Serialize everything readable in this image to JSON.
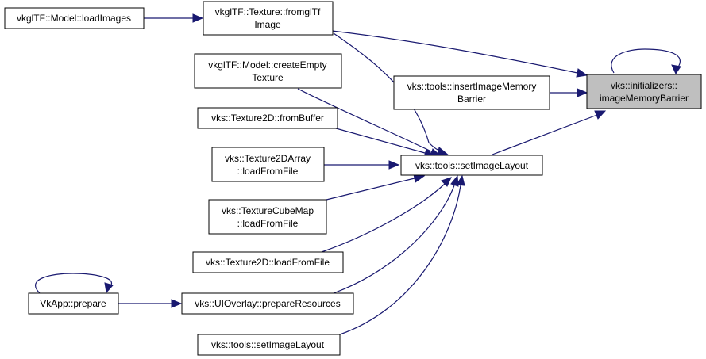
{
  "diagram": {
    "type": "call-graph",
    "edge_color": "#191970",
    "current_node_fill": "#bfbfbf",
    "nodes": [
      {
        "id": "img_barrier",
        "lines": [
          "vks::initializers::",
          "imageMemoryBarrier"
        ],
        "current": true
      },
      {
        "id": "insert_barrier",
        "lines": [
          "vks::tools::insertImageMemory",
          "Barrier"
        ]
      },
      {
        "id": "set_layout_main",
        "lines": [
          "vks::tools::setImageLayout"
        ]
      },
      {
        "id": "gltf_fromgltf",
        "lines": [
          "vkglTF::Texture::fromglTf",
          "Image"
        ]
      },
      {
        "id": "gltf_loadimages",
        "lines": [
          "vkglTF::Model::loadImages"
        ]
      },
      {
        "id": "gltf_createempty",
        "lines": [
          "vkglTF::Model::createEmpty",
          "Texture"
        ]
      },
      {
        "id": "tex2d_frombuffer",
        "lines": [
          "vks::Texture2D::fromBuffer"
        ]
      },
      {
        "id": "tex2darray_load",
        "lines": [
          "vks::Texture2DArray",
          "::loadFromFile"
        ]
      },
      {
        "id": "texcube_load",
        "lines": [
          "vks::TextureCubeMap",
          "::loadFromFile"
        ]
      },
      {
        "id": "tex2d_load",
        "lines": [
          "vks::Texture2D::loadFromFile"
        ]
      },
      {
        "id": "uioverlay_prepare",
        "lines": [
          "vks::UIOverlay::prepareResources"
        ]
      },
      {
        "id": "vkapp_prepare",
        "lines": [
          "VkApp::prepare"
        ]
      },
      {
        "id": "set_layout_overload",
        "lines": [
          "vks::tools::setImageLayout"
        ]
      }
    ],
    "edges": [
      {
        "from": "gltf_loadimages",
        "to": "gltf_fromgltf"
      },
      {
        "from": "gltf_fromgltf",
        "to": "img_barrier"
      },
      {
        "from": "gltf_fromgltf",
        "to": "set_layout_main"
      },
      {
        "from": "img_barrier",
        "to": "img_barrier"
      },
      {
        "from": "insert_barrier",
        "to": "img_barrier"
      },
      {
        "from": "set_layout_main",
        "to": "img_barrier"
      },
      {
        "from": "gltf_createempty",
        "to": "set_layout_main"
      },
      {
        "from": "tex2d_frombuffer",
        "to": "set_layout_main"
      },
      {
        "from": "tex2darray_load",
        "to": "set_layout_main"
      },
      {
        "from": "texcube_load",
        "to": "set_layout_main"
      },
      {
        "from": "tex2d_load",
        "to": "set_layout_main"
      },
      {
        "from": "uioverlay_prepare",
        "to": "set_layout_main"
      },
      {
        "from": "set_layout_overload",
        "to": "set_layout_main"
      },
      {
        "from": "vkapp_prepare",
        "to": "uioverlay_prepare"
      },
      {
        "from": "vkapp_prepare",
        "to": "vkapp_prepare"
      }
    ]
  }
}
